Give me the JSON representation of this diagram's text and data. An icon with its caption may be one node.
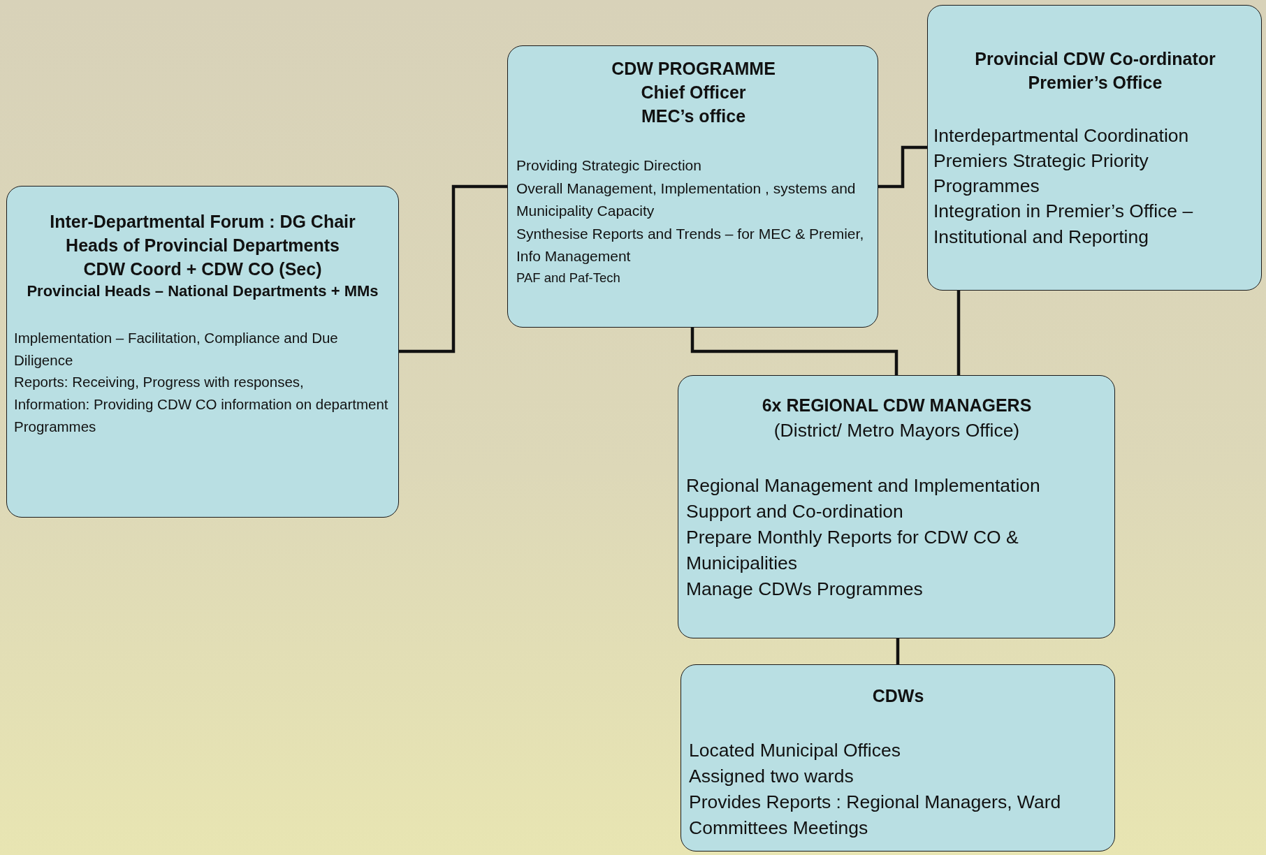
{
  "diagram": {
    "nodes": [
      {
        "text": [
          "Inter-Departmental Forum : DG Chair",
          "Heads of Provincial Departments",
          "CDW Coord + CDW CO (Sec)",
          "Provincial Heads – National Departments + MMs",
          "Implementation – Facilitation, Compliance and Due Diligence",
          "Reports: Receiving, Progress with responses,",
          "Information: Providing CDW CO information on department Programmes"
        ]
      },
      {
        "text": [
          "CDW PROGRAMME",
          "Chief Officer",
          "MEC’s office",
          "Providing Strategic Direction",
          "Overall Management, Implementation , systems and Municipality Capacity",
          "Synthesise Reports and Trends – for MEC & Premier, Info Management",
          "PAF and Paf-Tech"
        ]
      },
      {
        "text": [
          "Provincial CDW Co-ordinator",
          "Premier’s Office",
          "Interdepartmental Coordination",
          "Premiers Strategic Priority Programmes",
          "Integration in Premier’s Office – Institutional and Reporting"
        ]
      },
      {
        "text": [
          "6x REGIONAL CDW MANAGERS",
          "(District/ Metro Mayors Office)",
          "Regional Management and Implementation",
          "Support and Co-ordination",
          "Prepare Monthly Reports for CDW CO & Municipalities",
          "Manage CDWs Programmes"
        ]
      },
      {
        "text": [
          "CDWs",
          "Located Municipal Offices",
          "Assigned two wards",
          "Provides Reports : Regional Managers, Ward Committees Meetings"
        ]
      }
    ],
    "edges": [
      {
        "from": 0,
        "to": 1,
        "arrow": "none"
      },
      {
        "from": 1,
        "to": 2,
        "arrow": "none"
      },
      {
        "from": 1,
        "to": 3,
        "arrow": "none"
      },
      {
        "from": 2,
        "to": 3,
        "arrow": "none"
      },
      {
        "from": 3,
        "to": 4,
        "arrow": "none"
      }
    ]
  }
}
